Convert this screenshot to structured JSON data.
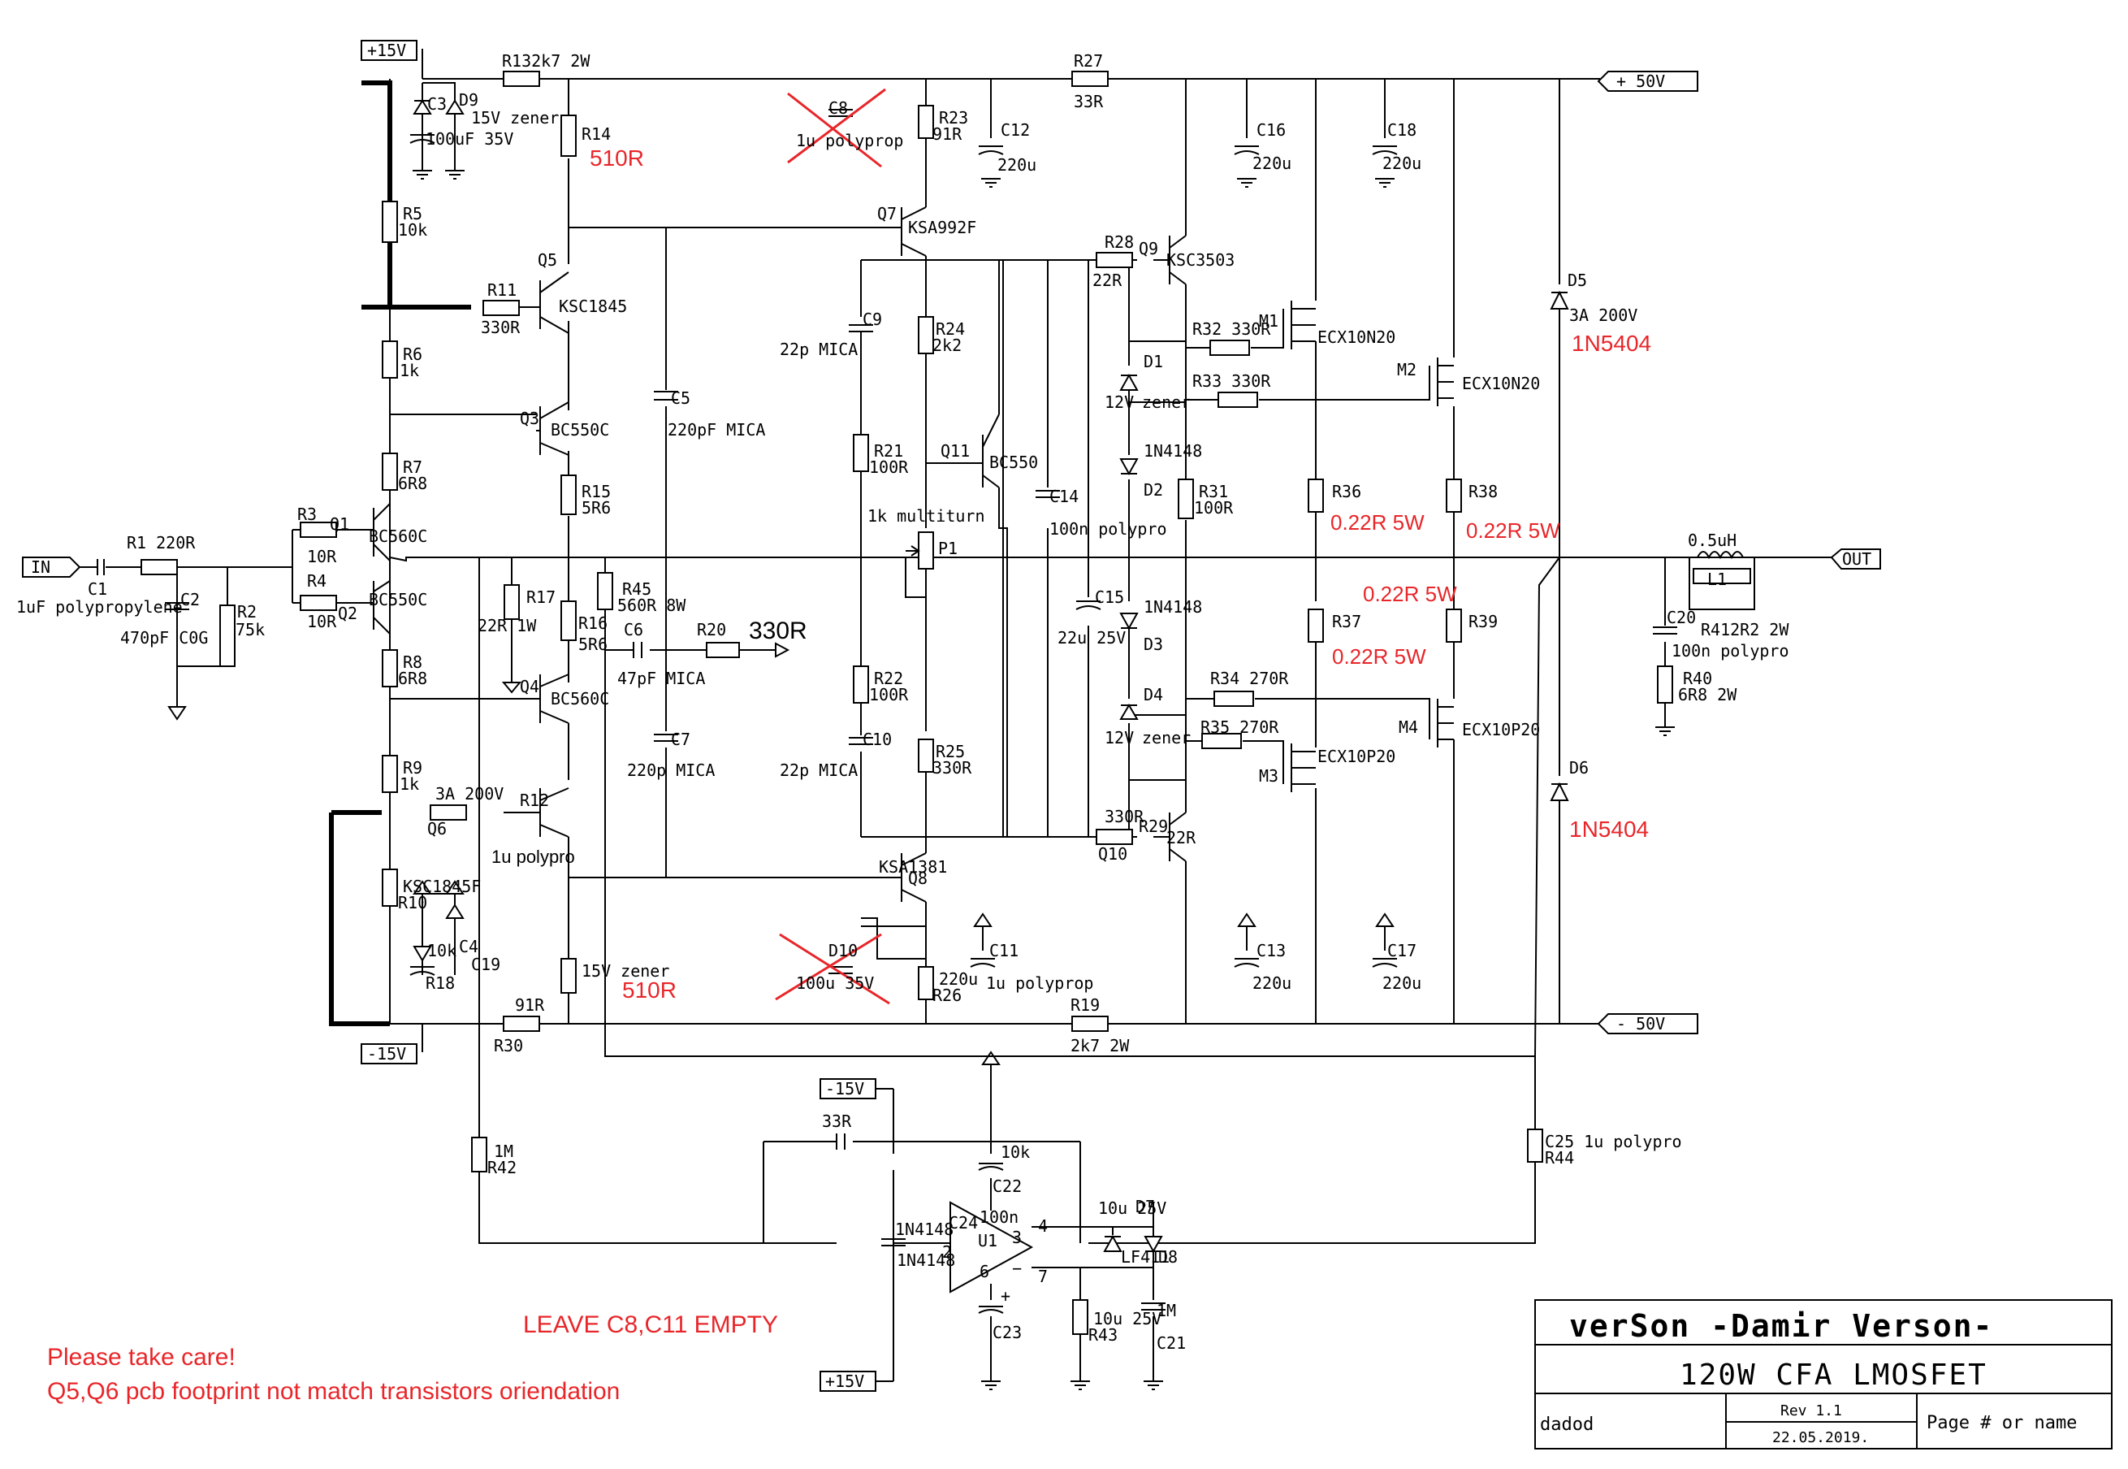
{
  "title_block": {
    "author": "verSon  -Damir Verson-",
    "title": "120W CFA LMOSFET",
    "drawn_by": "dadod",
    "rev": "Rev 1.1",
    "date": "22.05.2019.",
    "page": "Page # or name"
  },
  "notes": {
    "leave_empty": "LEAVE C8,C11 EMPTY",
    "care_1": "Please take care!",
    "care_2": "Q5,Q6 pcb footprint not match transistors oriendation"
  },
  "rails": {
    "p15": "+15V",
    "m15": "-15V",
    "p50": "+ 50V",
    "m50": "- 50V",
    "in": "IN",
    "out": "OUT",
    "op_m15": "-15V",
    "op_p15": "+15V"
  },
  "labels": [
    {
      "id": "r13",
      "t": "R132k7 2W"
    },
    {
      "id": "r27",
      "t": "R27"
    },
    {
      "id": "r27v",
      "t": "33R"
    },
    {
      "id": "c3",
      "t": "C3"
    },
    {
      "id": "d9",
      "t": "D9"
    },
    {
      "id": "d9v",
      "t": "15V zener"
    },
    {
      "id": "c3v",
      "t": "100uF 35V"
    },
    {
      "id": "r14",
      "t": "R14"
    },
    {
      "id": "c8",
      "t": "C8"
    },
    {
      "id": "c8v",
      "t": "1u polyprop"
    },
    {
      "id": "r23",
      "t": "R23"
    },
    {
      "id": "r23v",
      "t": "91R"
    },
    {
      "id": "c12",
      "t": "C12"
    },
    {
      "id": "c12v",
      "t": "220u"
    },
    {
      "id": "c16",
      "t": "C16"
    },
    {
      "id": "c16v",
      "t": "220u"
    },
    {
      "id": "c18",
      "t": "C18"
    },
    {
      "id": "c18v",
      "t": "220u"
    },
    {
      "id": "r5",
      "t": "R5"
    },
    {
      "id": "r5v",
      "t": "10k"
    },
    {
      "id": "q7",
      "t": "Q7"
    },
    {
      "id": "q7v",
      "t": "KSA992F"
    },
    {
      "id": "q5",
      "t": "Q5"
    },
    {
      "id": "r28",
      "t": "R28"
    },
    {
      "id": "r28v",
      "t": "22R"
    },
    {
      "id": "q9",
      "t": "Q9"
    },
    {
      "id": "q9v",
      "t": "KSC3503"
    },
    {
      "id": "d5",
      "t": "D5"
    },
    {
      "id": "d5v",
      "t": "3A 200V"
    },
    {
      "id": "r11",
      "t": "R11"
    },
    {
      "id": "r11v",
      "t": "330R"
    },
    {
      "id": "q5v",
      "t": "KSC1845"
    },
    {
      "id": "c9",
      "t": "C9"
    },
    {
      "id": "c9v",
      "t": "22p MICA"
    },
    {
      "id": "r24",
      "t": "R24"
    },
    {
      "id": "r24v",
      "t": "2k2"
    },
    {
      "id": "m1",
      "t": "M1"
    },
    {
      "id": "r32",
      "t": "R32 330R"
    },
    {
      "id": "m1v",
      "t": "ECX10N20"
    },
    {
      "id": "r6",
      "t": "R6"
    },
    {
      "id": "r6v",
      "t": "1k"
    },
    {
      "id": "d1",
      "t": "D1"
    },
    {
      "id": "m2",
      "t": "M2"
    },
    {
      "id": "r33",
      "t": "R33  330R"
    },
    {
      "id": "m2v",
      "t": "ECX10N20"
    },
    {
      "id": "d1v",
      "t": "12V"
    },
    {
      "id": "d1z",
      "t": "zener"
    },
    {
      "id": "c5",
      "t": "C5"
    },
    {
      "id": "q3",
      "t": "Q3"
    },
    {
      "id": "q3v",
      "t": "BC550C"
    },
    {
      "id": "c5v",
      "t": "220pF MICA"
    },
    {
      "id": "r21",
      "t": "R21"
    },
    {
      "id": "r21v",
      "t": "100R"
    },
    {
      "id": "q11",
      "t": "Q11"
    },
    {
      "id": "q11v",
      "t": "BC550"
    },
    {
      "id": "d1n",
      "t": "1N4148"
    },
    {
      "id": "r7",
      "t": "R7"
    },
    {
      "id": "r7v",
      "t": "6R8"
    },
    {
      "id": "d2",
      "t": "D2"
    },
    {
      "id": "r36",
      "t": "R36"
    },
    {
      "id": "r38",
      "t": "R38"
    },
    {
      "id": "r15",
      "t": "R15"
    },
    {
      "id": "r15v",
      "t": "5R6"
    },
    {
      "id": "c14",
      "t": "C14"
    },
    {
      "id": "r31",
      "t": "R31"
    },
    {
      "id": "r31v",
      "t": "100R"
    },
    {
      "id": "r3",
      "t": "R3"
    },
    {
      "id": "q1",
      "t": "Q1"
    },
    {
      "id": "p1m",
      "t": "1k multiturn"
    },
    {
      "id": "c14v",
      "t": "100n polypro"
    },
    {
      "id": "r1",
      "t": "R1  220R"
    },
    {
      "id": "q1v",
      "t": "BC560C"
    },
    {
      "id": "r3v",
      "t": "10R"
    },
    {
      "id": "p1",
      "t": "P1"
    },
    {
      "id": "l1v",
      "t": "0.5uH"
    },
    {
      "id": "c1",
      "t": "C1"
    },
    {
      "id": "r4",
      "t": "R4"
    },
    {
      "id": "r17",
      "t": "R17"
    },
    {
      "id": "r45",
      "t": "R45"
    },
    {
      "id": "c15",
      "t": "C15"
    },
    {
      "id": "d3n",
      "t": "1N4148"
    },
    {
      "id": "l1",
      "t": "L1"
    },
    {
      "id": "c1v",
      "t": "1uF polypropylene"
    },
    {
      "id": "c2",
      "t": "C2"
    },
    {
      "id": "q2v",
      "t": "BC550C"
    },
    {
      "id": "r45v",
      "t": "560R 8W"
    },
    {
      "id": "r2",
      "t": "R2"
    },
    {
      "id": "r4v",
      "t": "10R"
    },
    {
      "id": "q2",
      "t": "Q2"
    },
    {
      "id": "r17v",
      "t": "22R 1W"
    },
    {
      "id": "r16",
      "t": "R16"
    },
    {
      "id": "c6",
      "t": "C6"
    },
    {
      "id": "r20",
      "t": "R20"
    },
    {
      "id": "c15v",
      "t": "22u 25V"
    },
    {
      "id": "d3",
      "t": "D3"
    },
    {
      "id": "r37",
      "t": "R37"
    },
    {
      "id": "r39",
      "t": "R39"
    },
    {
      "id": "c20",
      "t": "C20"
    },
    {
      "id": "r41",
      "t": "R412R2 2W"
    },
    {
      "id": "c2v",
      "t": "470pF C0G"
    },
    {
      "id": "r2v",
      "t": "75k"
    },
    {
      "id": "r16v",
      "t": "5R6"
    },
    {
      "id": "c20v",
      "t": "100n polypro"
    },
    {
      "id": "r8",
      "t": "R8"
    },
    {
      "id": "r8v",
      "t": "6R8"
    },
    {
      "id": "c6v",
      "t": "47pF MICA"
    },
    {
      "id": "r34",
      "t": "R34 270R"
    },
    {
      "id": "r40",
      "t": "R40"
    },
    {
      "id": "r22",
      "t": "R22"
    },
    {
      "id": "r22v",
      "t": "100R"
    },
    {
      "id": "q4",
      "t": "Q4"
    },
    {
      "id": "q4v",
      "t": "BC560C"
    },
    {
      "id": "d4",
      "t": "D4"
    },
    {
      "id": "r40v",
      "t": "6R8 2W"
    },
    {
      "id": "m4",
      "t": "M4"
    },
    {
      "id": "m4v",
      "t": "ECX10P20"
    },
    {
      "id": "r35",
      "t": "R35 270R"
    },
    {
      "id": "c7",
      "t": "C7"
    },
    {
      "id": "c10",
      "t": "C10"
    },
    {
      "id": "d4v",
      "t": "12V"
    },
    {
      "id": "d4z",
      "t": "zener"
    },
    {
      "id": "r25",
      "t": "R25"
    },
    {
      "id": "r25v",
      "t": "330R"
    },
    {
      "id": "m3v",
      "t": "ECX10P20"
    },
    {
      "id": "c7v",
      "t": "220p MICA"
    },
    {
      "id": "c10v",
      "t": "22p MICA"
    },
    {
      "id": "r9",
      "t": "R9"
    },
    {
      "id": "r9v",
      "t": "1k"
    },
    {
      "id": "m3",
      "t": "M3"
    },
    {
      "id": "d6",
      "t": "D6"
    },
    {
      "id": "d6v",
      "t": "3A 200V"
    },
    {
      "id": "r12",
      "t": "R12"
    },
    {
      "id": "q6",
      "t": "Q6"
    },
    {
      "id": "r12v",
      "t": "330R"
    },
    {
      "id": "r29",
      "t": "R29"
    },
    {
      "id": "q10",
      "t": "Q10"
    },
    {
      "id": "r29v",
      "t": "22R"
    },
    {
      "id": "q10v",
      "t": "KSA1381"
    },
    {
      "id": "q8",
      "t": "Q8"
    },
    {
      "id": "q8v",
      "t": "KSC1845F"
    },
    {
      "id": "r10",
      "t": "R10"
    },
    {
      "id": "r10v",
      "t": "10k"
    },
    {
      "id": "c4",
      "t": "C4"
    },
    {
      "id": "d10",
      "t": "D10"
    },
    {
      "id": "c11",
      "t": "C11"
    },
    {
      "id": "c13",
      "t": "C13"
    },
    {
      "id": "c17",
      "t": "C17"
    },
    {
      "id": "c19",
      "t": "C19"
    },
    {
      "id": "d10v",
      "t": "15V zener"
    },
    {
      "id": "r18",
      "t": "R18"
    },
    {
      "id": "c4v",
      "t": "100u 35V"
    },
    {
      "id": "c11v",
      "t": "1u polyprop"
    },
    {
      "id": "c13v",
      "t": "220u"
    },
    {
      "id": "c17v",
      "t": "220u"
    },
    {
      "id": "c19v",
      "t": "220u"
    },
    {
      "id": "r26",
      "t": "R26"
    },
    {
      "id": "r26v",
      "t": "91R"
    },
    {
      "id": "r19",
      "t": "R19"
    },
    {
      "id": "r30",
      "t": "R30"
    },
    {
      "id": "r19v",
      "t": "2k7 2W"
    },
    {
      "id": "r30v",
      "t": "33R"
    },
    {
      "id": "c25",
      "t": "C25 1u polypro"
    },
    {
      "id": "r44",
      "t": "R44"
    },
    {
      "id": "r44v",
      "t": "1M"
    },
    {
      "id": "r42",
      "t": "R42"
    },
    {
      "id": "r42v",
      "t": "10k"
    },
    {
      "id": "c22",
      "t": "C22"
    },
    {
      "id": "c22v",
      "t": "10u 25V"
    },
    {
      "id": "d7",
      "t": "D7"
    },
    {
      "id": "d7n",
      "t": "1N4148"
    },
    {
      "id": "c24",
      "t": "C24"
    },
    {
      "id": "u1",
      "t": "U1"
    },
    {
      "id": "u1v",
      "t": "LF411"
    },
    {
      "id": "d8",
      "t": "D8"
    },
    {
      "id": "d8n",
      "t": "1N4148"
    },
    {
      "id": "c24v",
      "t": "100n"
    },
    {
      "id": "pin4",
      "t": "4"
    },
    {
      "id": "pin2",
      "t": "2"
    },
    {
      "id": "pin6",
      "t": "6"
    },
    {
      "id": "pin7",
      "t": "7"
    },
    {
      "id": "pin3",
      "t": "3"
    },
    {
      "id": "pinm",
      "t": "−"
    },
    {
      "id": "pinp",
      "t": "+"
    },
    {
      "id": "c23",
      "t": "C23"
    },
    {
      "id": "c23v",
      "t": "10u 25V"
    },
    {
      "id": "r43",
      "t": "R43"
    },
    {
      "id": "r43v",
      "t": "1M"
    },
    {
      "id": "c21",
      "t": "C21"
    },
    {
      "id": "c21v",
      "t": "1u polypro"
    },
    {
      "id": "ksa992",
      "t": "KSA992"
    }
  ],
  "red_labels": [
    {
      "id": "r14r",
      "t": "510R"
    },
    {
      "id": "d5r",
      "t": "1N5404"
    },
    {
      "id": "r36r",
      "t": "0.22R 5W"
    },
    {
      "id": "r38r",
      "t": "0.22R 5W"
    },
    {
      "id": "r39r",
      "t": "0.22R 5W"
    },
    {
      "id": "r37r",
      "t": "0.22R 5W"
    },
    {
      "id": "d6r",
      "t": "1N5404"
    },
    {
      "id": "r18r",
      "t": "510R"
    },
    {
      "id": "r20r",
      "t": "330R"
    }
  ]
}
